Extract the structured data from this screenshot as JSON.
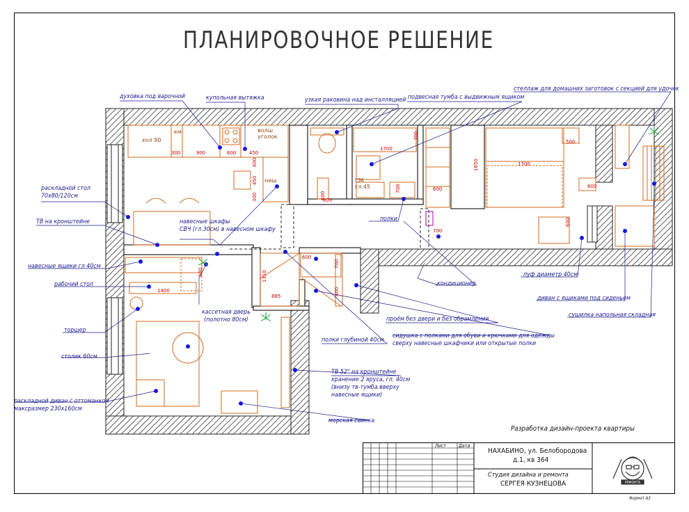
{
  "title": "ПЛАНИРОВОЧНОЕ РЕШЕНИЕ",
  "dims": {
    "d300a": "300",
    "d900": "900",
    "d600a": "600",
    "d450": "450",
    "d600b": "600",
    "d300b": "300",
    "d450b": "450",
    "d1700a": "1700",
    "d700a": "700",
    "d1650": "1650",
    "d700b": "700",
    "d600c": "600",
    "d1700b": "1700",
    "d500": "500",
    "d600d": "600",
    "d600e": "600",
    "d700c": "700",
    "d600f": "600",
    "d700d": "700",
    "d1310": "1310",
    "d885": "885",
    "d600g": "600",
    "d1400": "1400",
    "d600h": "600",
    "d600i": "600",
    "d600j": "600"
  },
  "room_text": {
    "fridge": "хол 90",
    "km": "км",
    "corner": "волш\nуголок",
    "cm": "СМ\nгл.45",
    "nish": "ниш"
  },
  "labels": {
    "oven": "духовка под варочной",
    "hood": "купольная вытяжка",
    "sink": "узкая раковина над инсталляцией",
    "vanity": "подвесная тумба с выдвижным ящиком",
    "rack": "стеллаж для домашних заготовок с секцией для удочек",
    "folding_table": "раскладной стол\n70х80/120см",
    "tv_bracket": "ТВ на кронштейне",
    "wall_cabinets": "навесные шкафы\nСВЧ (гл.30см) в навесном шкафу",
    "shelves": "полки",
    "hanging_drawers": "навесные ящики гл 40см",
    "desk": "рабочий стол",
    "cassette_door": "кассетная дверь\n(полотно 80см)",
    "conditioner": "кондиционер",
    "pouf": "пуф диаметр 40см",
    "sofa_drawers": "диван с ящиками под сиденьем",
    "dryer": "сушилка напольная складная",
    "opening": "проём без двери и без обрамления",
    "floor_lamp": "торшер",
    "shoe_bench": "сидушка с полками для обуви и крючками для одежды\nсверху навесные шкафчики или открытые полки",
    "deep_shelves": "полки глубиной 40см",
    "coffee_table": "столик 60см",
    "tv52": "ТВ 52\" на кронштейне\nхранение 2 яруса, гл. 40см\n(внизу тв-тумба вверху\nнавесные ящики)",
    "sofa": "раскладной диван с оттоманкой\nмаксразмер 230х160см",
    "guinea_pig": "морская свинка",
    "project": "Разработка дизайн-проекта квартиры"
  },
  "stamp": {
    "list": "Лист",
    "date": "Дата",
    "address_line1": "НАХАБИНО, ул. Белобородова",
    "address_line2": "д.1, кв 364",
    "studio_line1": "Студия дизайна и ремонта",
    "studio_line2": "СЕРГЕЯ КУЗНЕЦОВА",
    "logo_text": "РЕМОНТА",
    "format": "Формат А3"
  }
}
